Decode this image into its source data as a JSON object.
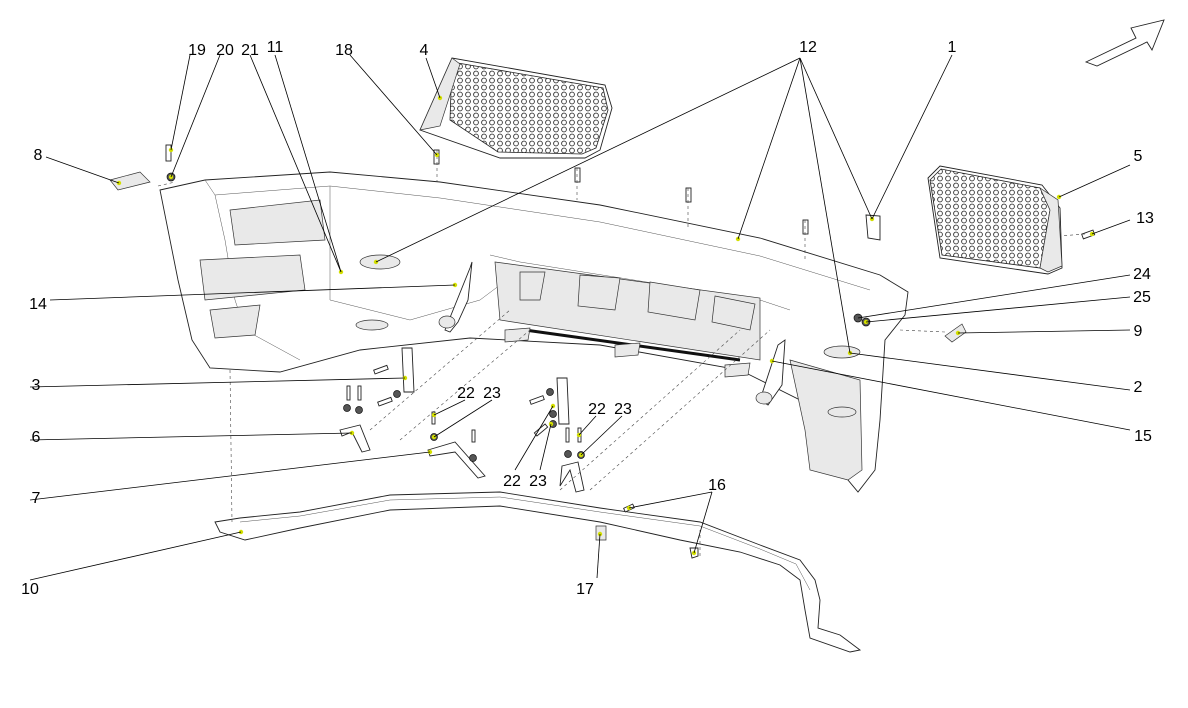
{
  "diagram": {
    "callouts": [
      {
        "id": "c1",
        "text": "1"
      },
      {
        "id": "c2",
        "text": "2"
      },
      {
        "id": "c3",
        "text": "3"
      },
      {
        "id": "c4",
        "text": "4"
      },
      {
        "id": "c5",
        "text": "5"
      },
      {
        "id": "c6",
        "text": "6"
      },
      {
        "id": "c7",
        "text": "7"
      },
      {
        "id": "c8",
        "text": "8"
      },
      {
        "id": "c9",
        "text": "9"
      },
      {
        "id": "c10",
        "text": "10"
      },
      {
        "id": "c11",
        "text": "11"
      },
      {
        "id": "c12",
        "text": "12"
      },
      {
        "id": "c13",
        "text": "13"
      },
      {
        "id": "c14",
        "text": "14"
      },
      {
        "id": "c15",
        "text": "15"
      },
      {
        "id": "c16",
        "text": "16"
      },
      {
        "id": "c17",
        "text": "17"
      },
      {
        "id": "c18",
        "text": "18"
      },
      {
        "id": "c19",
        "text": "19"
      },
      {
        "id": "c20",
        "text": "20"
      },
      {
        "id": "c21",
        "text": "21"
      },
      {
        "id": "c22a",
        "text": "22"
      },
      {
        "id": "c23a",
        "text": "23"
      },
      {
        "id": "c22b",
        "text": "22"
      },
      {
        "id": "c23b",
        "text": "23"
      },
      {
        "id": "c22c",
        "text": "22"
      },
      {
        "id": "c23c",
        "text": "23"
      },
      {
        "id": "c24",
        "text": "24"
      },
      {
        "id": "c25",
        "text": "25"
      }
    ],
    "marker_color": "#d4e000",
    "line_color": "#000000",
    "direction_arrow": "arrow-icon"
  }
}
